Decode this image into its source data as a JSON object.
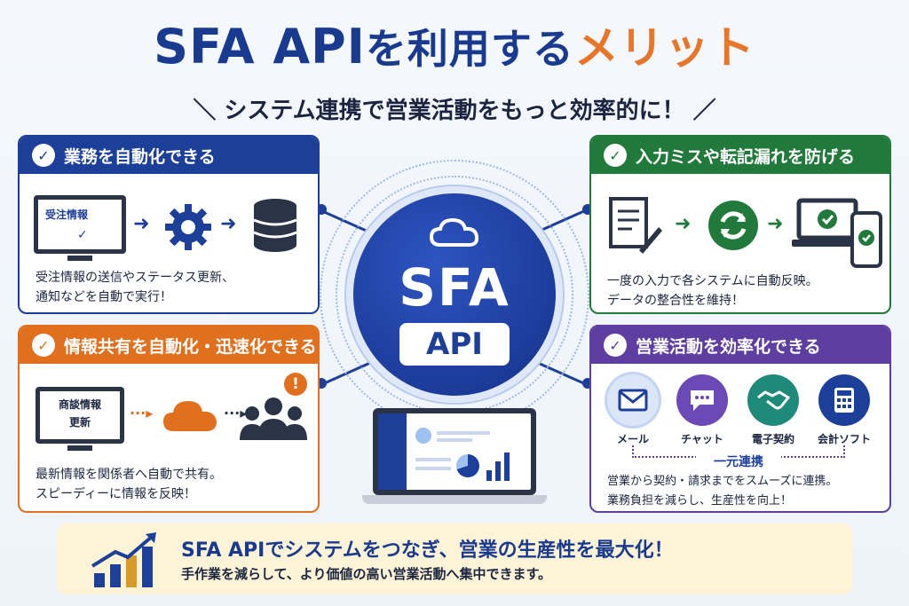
{
  "title": {
    "part1": "SFA API",
    "part2": "を利用する",
    "part3": "メリット"
  },
  "subtitle": "＼ システム連携で営業活動をもっと効率的に！ ／",
  "cards": {
    "automation": {
      "heading": "業務を自動化できる",
      "screen_label": "受注情報",
      "description_line1": "受注情報の送信やステータス更新、",
      "description_line2": "通知などを自動で実行！"
    },
    "input_errors": {
      "heading": "入力ミスや転記漏れを防げる",
      "description_line1": "一度の入力で各システムに自動反映。",
      "description_line2": "データの整合性を維持！"
    },
    "sharing": {
      "heading": "情報共有を自動化・迅速化できる",
      "screen_label_line1": "商談情報",
      "screen_label_line2": "更新",
      "description_line1": "最新情報を関係者へ自動で共有。",
      "description_line2": "スピーディーに情報を反映！"
    },
    "efficiency": {
      "heading": "営業活動を効率化できる",
      "tools": [
        "メール",
        "チャット",
        "電子契約",
        "会計ソフト"
      ],
      "unified_label": "一元連携",
      "description_line1": "営業から契約・請求までをスムーズに連携。",
      "description_line2": "業務負担を減らし、生産性を向上！"
    }
  },
  "center": {
    "main": "SFA",
    "sub": "API"
  },
  "bottom": {
    "main": "SFA APIでシステムをつなぎ、営業の生産性を最大化！",
    "sub": "手作業を減らして、より価値の高い営業活動へ集中できます。"
  },
  "colors": {
    "blue": "#1c3f99",
    "green": "#217a3b",
    "orange": "#e0701e",
    "purple": "#5e3ea1",
    "accent": "#e8762a"
  },
  "icons": [
    "check-icon",
    "gear-icon",
    "database-icon",
    "document-icon",
    "sync-icon",
    "laptop-icon",
    "smartphone-icon",
    "cloud-icon",
    "people-icon",
    "alert-icon",
    "mail-icon",
    "chat-icon",
    "handshake-icon",
    "calculator-icon",
    "growth-chart-icon"
  ]
}
